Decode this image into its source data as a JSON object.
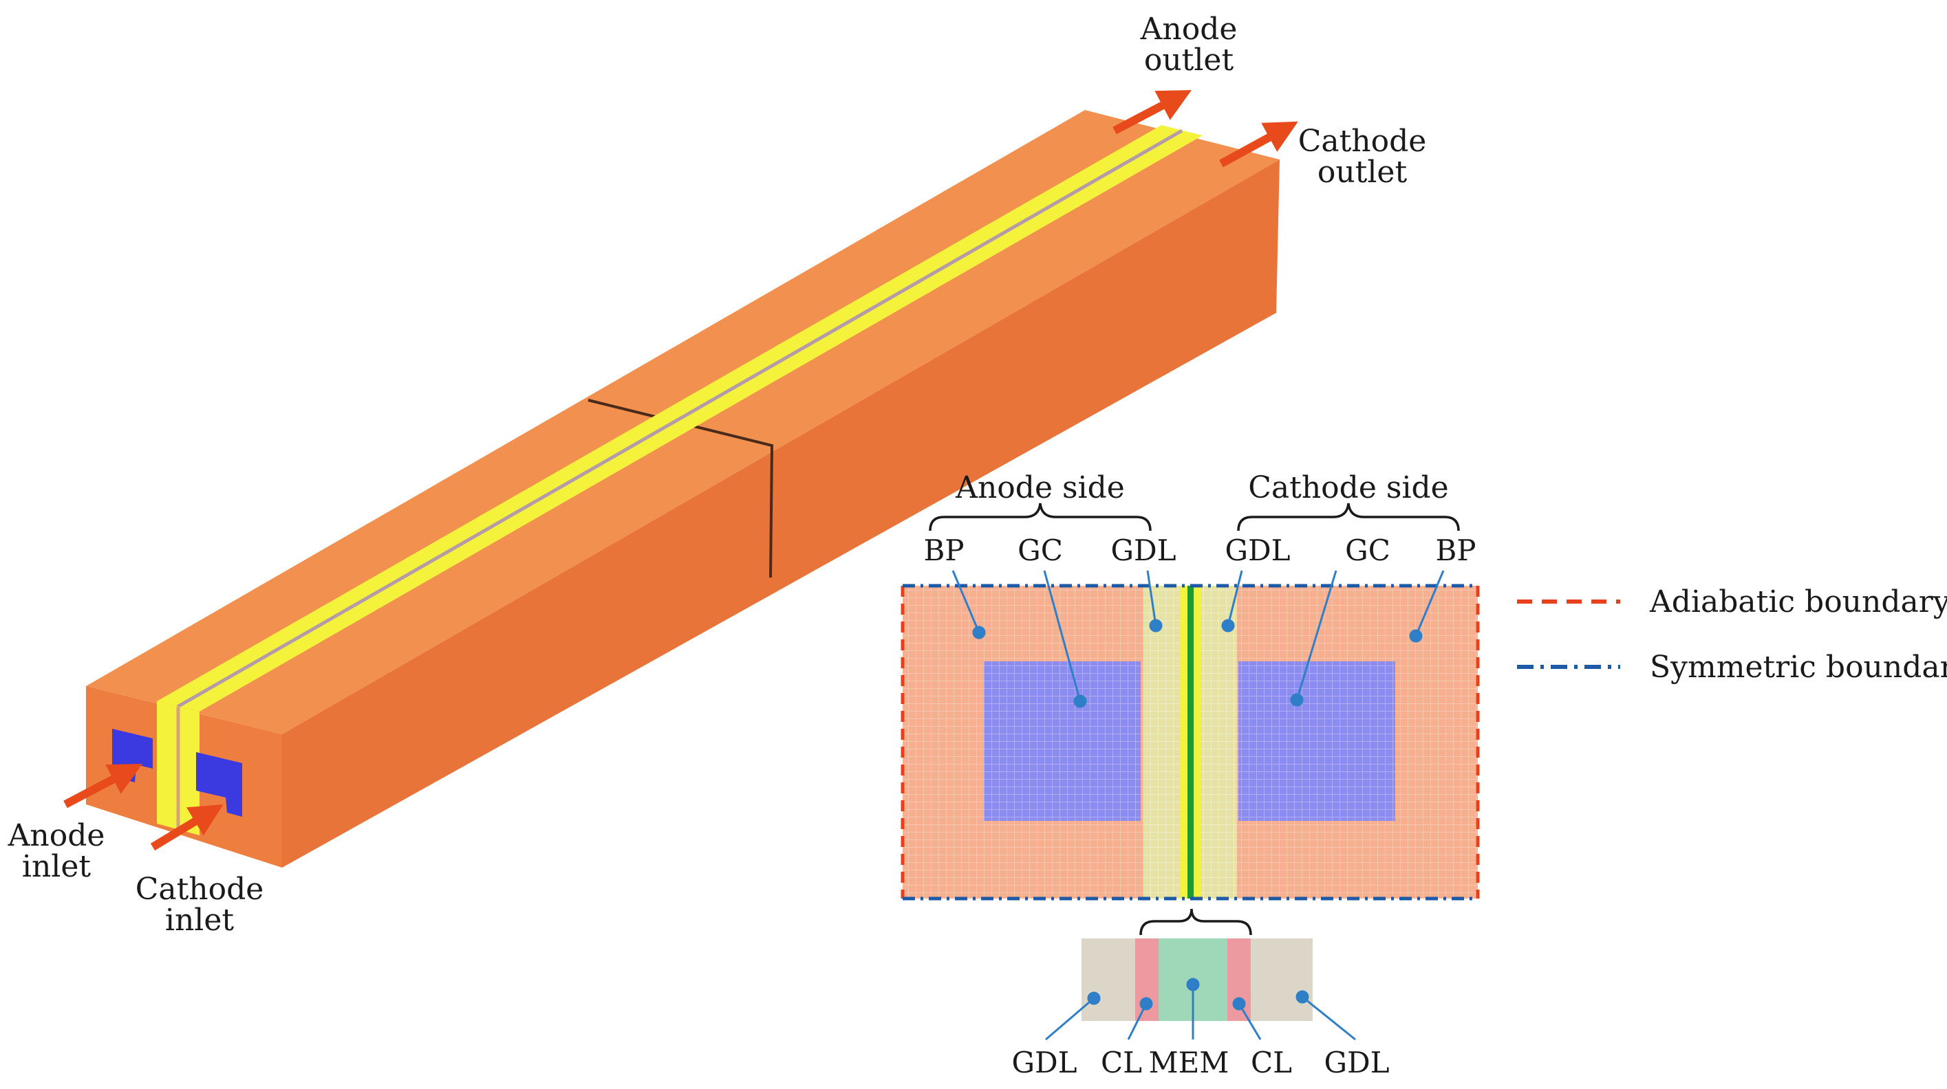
{
  "labels": {
    "anode_outlet": [
      "Anode",
      "outlet"
    ],
    "cathode_outlet": [
      "Cathode",
      "outlet"
    ],
    "anode_inlet": [
      "Anode",
      "inlet"
    ],
    "cathode_inlet": [
      "Cathode",
      "inlet"
    ],
    "anode_side": "Anode side",
    "cathode_side": "Cathode side",
    "top_layers": [
      "BP",
      "GC",
      "GDL",
      "GDL",
      "GC",
      "BP"
    ],
    "bottom_layers": [
      "GDL",
      "CL",
      "MEM",
      "CL",
      "GDL"
    ]
  },
  "legend": [
    {
      "label": "Adiabatic boundary",
      "color": "#e8401c",
      "style": "dashed"
    },
    {
      "label": "Symmetric boundary",
      "color": "#1c5aa8",
      "style": "dash-dot"
    }
  ],
  "colors": {
    "body_orange": "#f08a4b",
    "body_orange_dark": "#e8713a",
    "gdl_yellow": "#f4f23a",
    "channel_blue": "#3a3ae0",
    "membrane_green": "#1f9a2e",
    "pointer_blue": "#2f7fc8"
  }
}
